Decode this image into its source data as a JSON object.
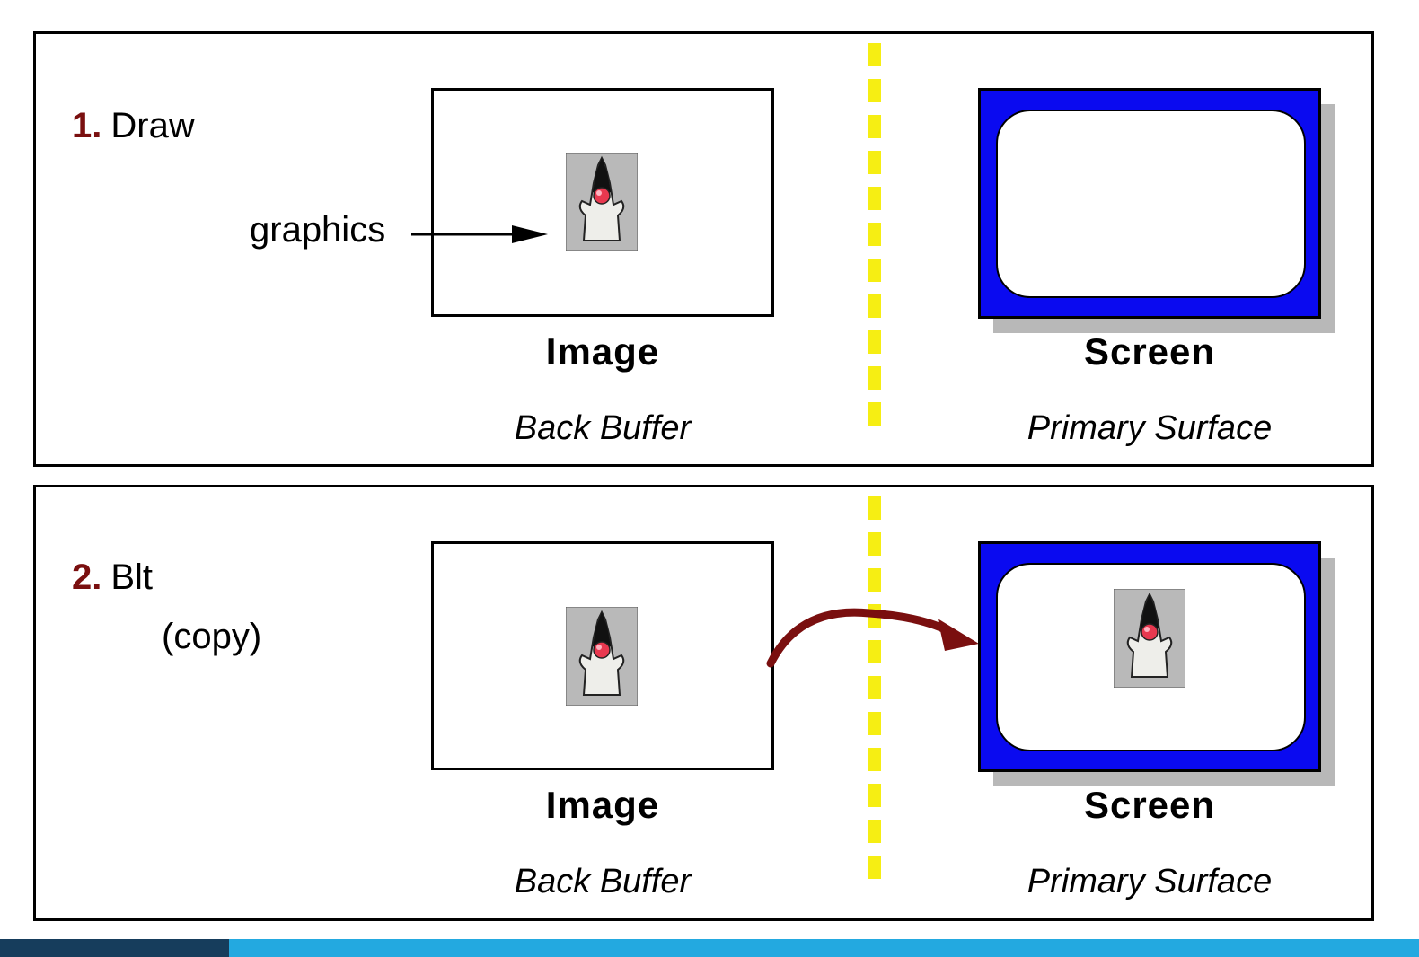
{
  "panels": [
    {
      "step_number": "1.",
      "step_label": "Draw",
      "step_sublabel": "",
      "arrow_label": "graphics",
      "image_label": "Image",
      "image_sublabel": "Back Buffer",
      "screen_label": "Screen",
      "screen_sublabel": "Primary Surface",
      "screen_has_sprite": false
    },
    {
      "step_number": "2.",
      "step_label": "Blt",
      "step_sublabel": "(copy)",
      "arrow_label": "",
      "image_label": "Image",
      "image_sublabel": "Back Buffer",
      "screen_label": "Screen",
      "screen_sublabel": "Primary Surface",
      "screen_has_sprite": true
    }
  ],
  "colors": {
    "step_number": "#7a0f0f",
    "divider": "#f6ee13",
    "screen_frame": "#0a0af0",
    "blt_arrow": "#7a0f0f",
    "bottom_bar_accent": "#23a9e0",
    "bottom_bar_dark": "#163d5c"
  },
  "icons": {
    "sprite": "duke-mascot-icon"
  }
}
